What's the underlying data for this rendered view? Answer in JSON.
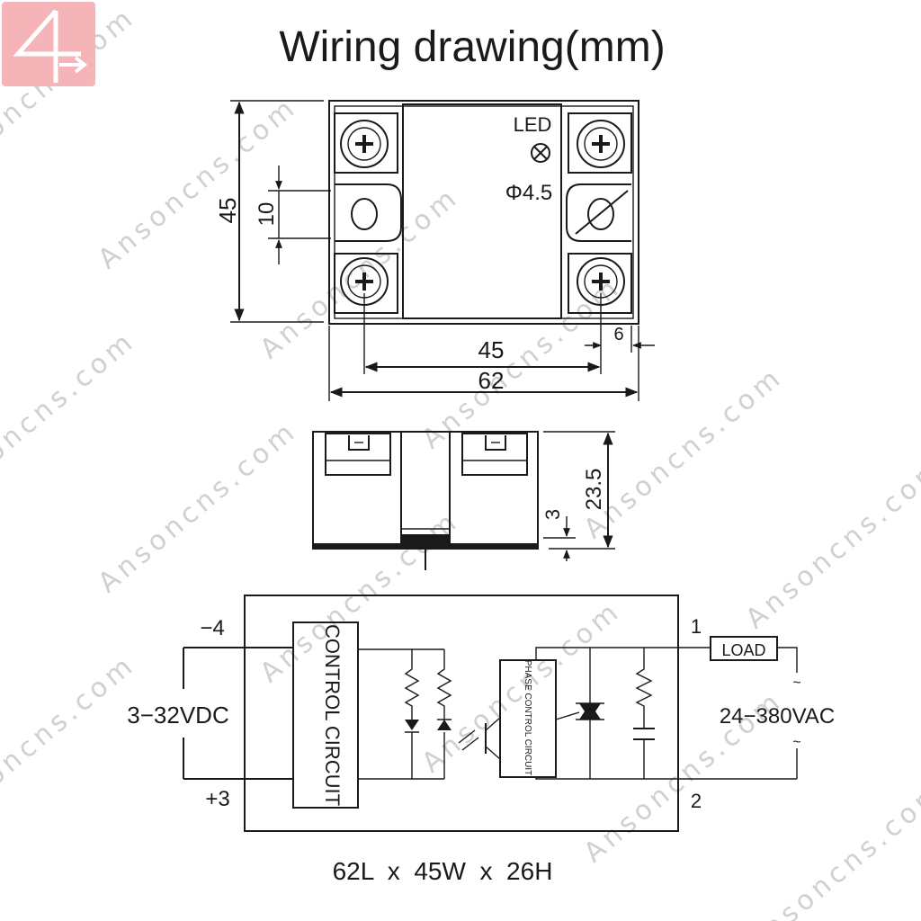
{
  "title": "Wiring drawing(mm)",
  "logo": {
    "text": "4"
  },
  "watermark": "Ansoncns.com",
  "top_view": {
    "led_label": "LED",
    "hole_label": "Φ4.5",
    "dim_height": "45",
    "dim_inner": "10",
    "dim_pitch": "45",
    "dim_length": "62",
    "dim_edge": "6"
  },
  "side_view": {
    "dim_height": "23.5",
    "dim_base": "3"
  },
  "schematic": {
    "input_neg": "−4",
    "input_pos": "+3",
    "input_voltage": "3−32VDC",
    "control_label": "CONTROL CIRCUIT",
    "phase_label": "PHASE CONTROL CIRCUIT",
    "out1": "1",
    "out2": "2",
    "load_label": "LOAD",
    "output_voltage": "24−380VAC",
    "ac_symbol": "~"
  },
  "dimensions_text": "62L  x  45W  x  26H",
  "colors": {
    "logo_bg": "#f4b4b8",
    "ink": "#1a1a1a",
    "watermark": "#d0d0d0"
  }
}
